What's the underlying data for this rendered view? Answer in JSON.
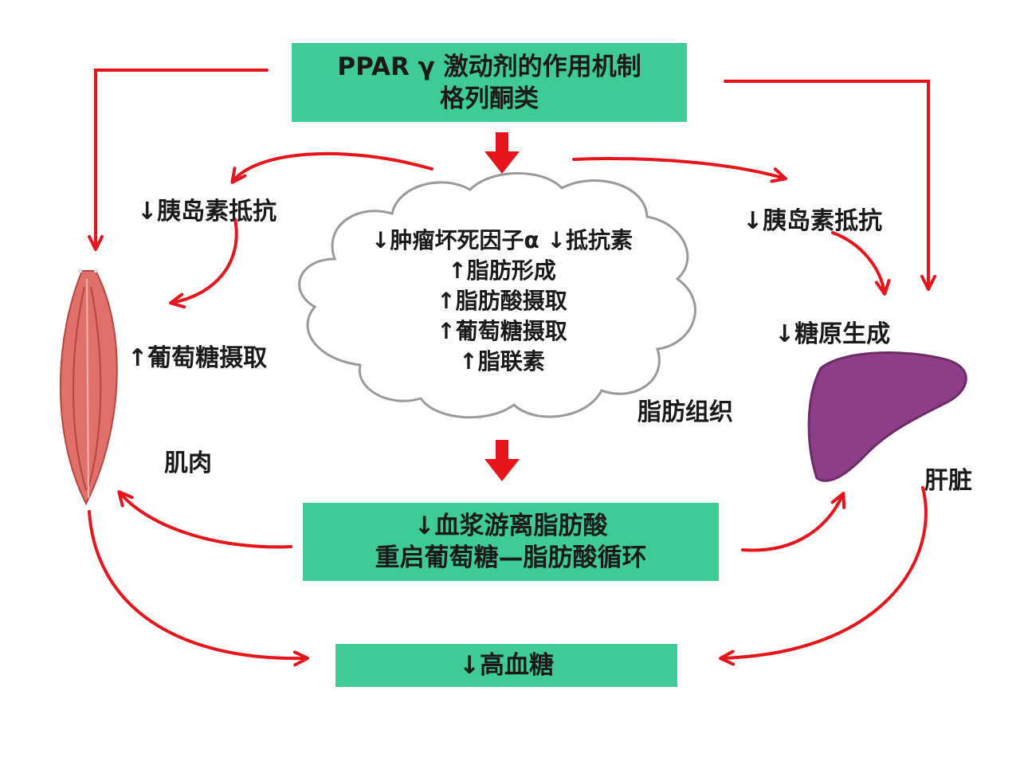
{
  "title_box": {
    "line1": "PPAR γ 激动剂的作用机制",
    "line2": "格列酮类"
  },
  "adipose": {
    "lines": [
      "↓肿瘤坏死因子α ↓抵抗素",
      "↑脂肪形成",
      "↑脂肪酸摄取",
      "↑葡萄糖摄取",
      "↑脂联素"
    ],
    "label": "脂肪组织"
  },
  "muscle": {
    "insulin_resistance": "↓胰岛素抵抗",
    "glucose_uptake": "↑葡萄糖摄取",
    "label": "肌肉"
  },
  "liver": {
    "insulin_resistance": "↓胰岛素抵抗",
    "glycogenesis": "↓糖原生成",
    "label": "肝脏"
  },
  "mid_box": {
    "line1": "↓血浆游离脂肪酸",
    "line2": "重启葡萄糖—脂肪酸循环"
  },
  "bottom_box": {
    "text": "↓高血糖"
  },
  "colors": {
    "box_fill": "#3fcb95",
    "arrow": "#e8141b",
    "muscle": "#e2706a",
    "liver": "#8e3e88",
    "cloud_stroke": "#9a9a9a"
  }
}
